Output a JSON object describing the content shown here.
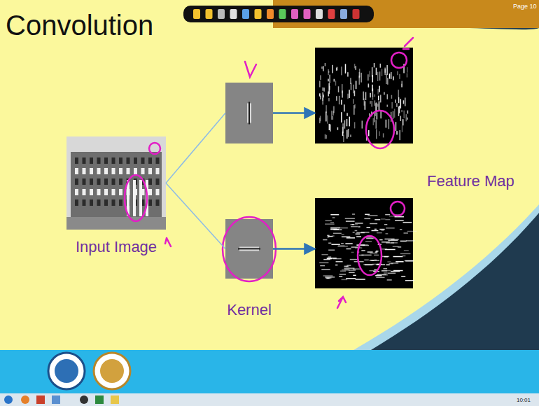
{
  "diagram": {
    "title": "Convolution",
    "nodes": [
      {
        "text": [
          "Input Image"
        ]
      },
      {
        "text": []
      },
      {
        "text": [
          "Kernel"
        ]
      },
      {
        "text": []
      },
      {
        "text": []
      }
    ],
    "edges": [
      {
        "from": 0,
        "to": 1,
        "arrow": "none"
      },
      {
        "from": 0,
        "to": 2,
        "arrow": "none"
      },
      {
        "from": 1,
        "to": 3,
        "arrow": "to"
      },
      {
        "from": 2,
        "to": 4,
        "arrow": "to"
      }
    ],
    "labels": [
      "Feature Map",
      "Page 10",
      "10:01"
    ]
  }
}
